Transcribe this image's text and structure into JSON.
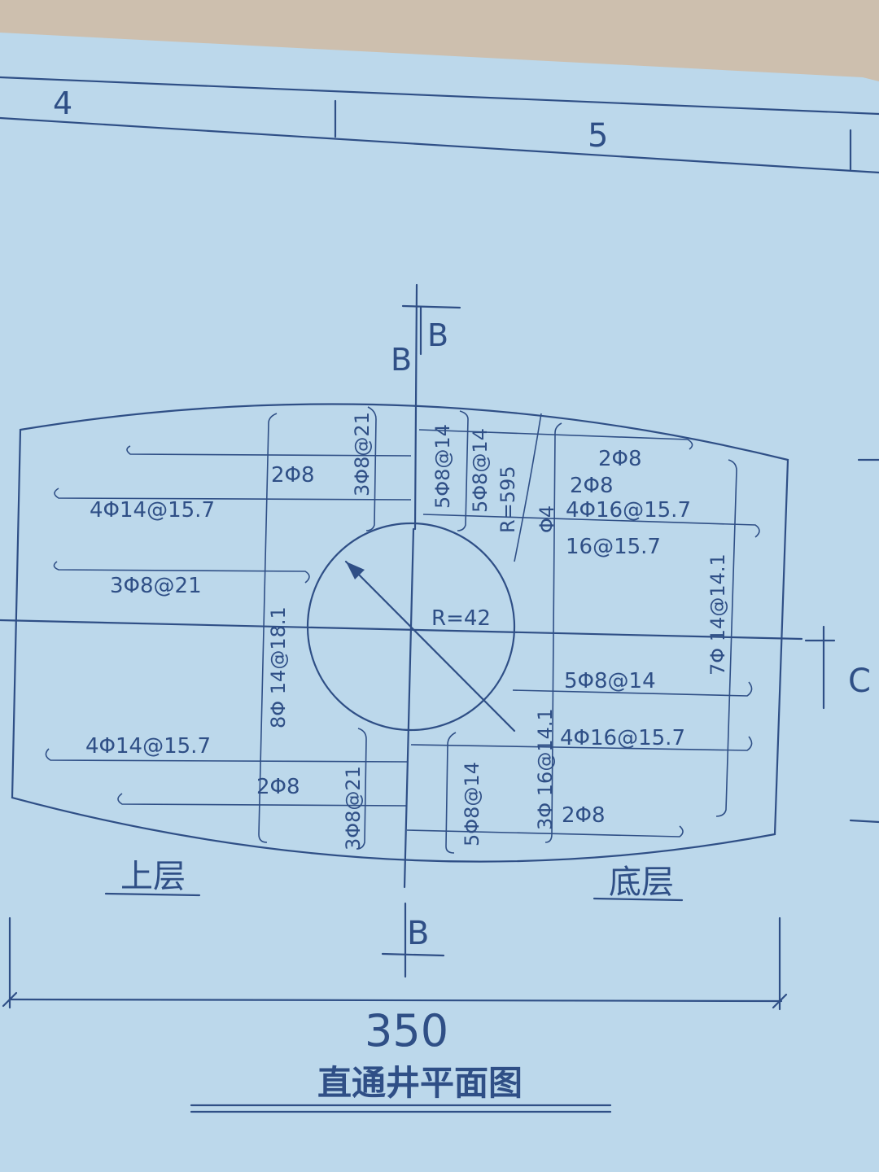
{
  "colors": {
    "paper": "#bcd8eb",
    "ink": "#2f4f86",
    "background": "#cdbfae"
  },
  "title_block": {
    "cell_4": "4",
    "cell_5": "5"
  },
  "section_marks": {
    "b_top_right": "B",
    "b_top_left": "B",
    "b_bottom": "B",
    "c_right": "C"
  },
  "labels": {
    "upper_left_1": "4Φ14@15.7",
    "upper_left_2": "3Φ8@21",
    "upper_left_3": "4Φ14@15.7",
    "upper_2phi8_top": "2Φ8",
    "upper_2phi8_bottom": "2Φ8",
    "upper_3phi8_top": "3Φ8@21",
    "upper_3phi8_bottom": "3Φ8@21",
    "vertical_8phi14": "8Φ 14@18.1",
    "center_5phi8_a": "5Φ8@14",
    "center_5phi8_b": "5Φ8@14",
    "radius_large": "R=595",
    "phi4": "Φ4",
    "radius_circle": "R=42",
    "right_2phi8_a": "2Φ8",
    "right_2phi8_b": "2Φ8",
    "right_4phi16_top": "4Φ16@15.7",
    "right_16_157": "16@15.7",
    "right_7phi14": "7Φ 14@14.1",
    "right_5phi8": "5Φ8@14",
    "right_4phi16_bottom": "4Φ16@15.7",
    "bottom_5phi8": "5Φ8@14",
    "bottom_3phi16": "3Φ 16@14.1",
    "bottom_2phi8": "2Φ8"
  },
  "layer_labels": {
    "upper": "上层",
    "bottom": "底层"
  },
  "dimension": "350",
  "drawing_title": "直通井平面图"
}
